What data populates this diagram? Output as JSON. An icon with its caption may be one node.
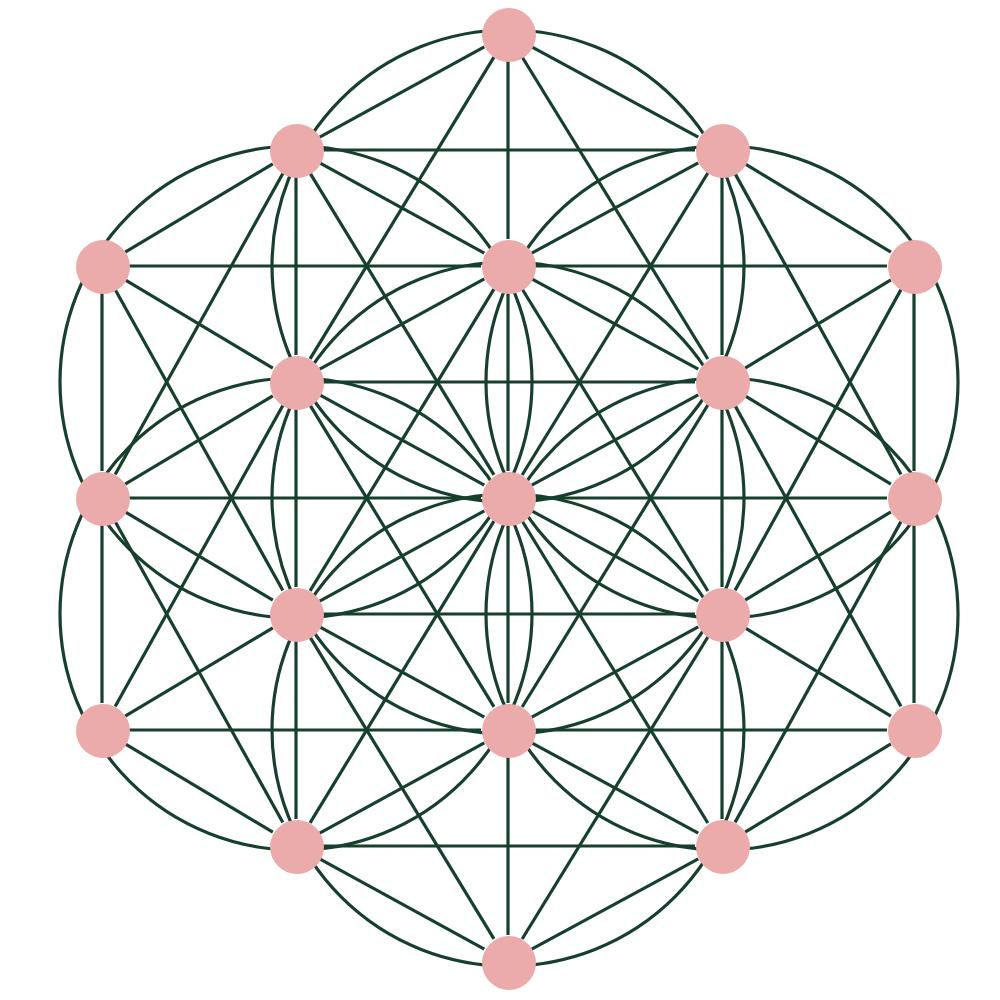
{
  "diagram": {
    "nodes": [
      {
        "text": [],
        "shape": "circle"
      },
      {
        "text": [],
        "shape": "circle"
      },
      {
        "text": [],
        "shape": "circle"
      },
      {
        "text": [],
        "shape": "circle"
      },
      {
        "text": [],
        "shape": "circle"
      },
      {
        "text": [],
        "shape": "circle"
      },
      {
        "text": [],
        "shape": "circle"
      },
      {
        "text": [],
        "shape": "circle"
      },
      {
        "text": [],
        "shape": "circle"
      },
      {
        "text": [],
        "shape": "circle"
      },
      {
        "text": [],
        "shape": "circle"
      },
      {
        "text": [],
        "shape": "circle"
      },
      {
        "text": [],
        "shape": "circle"
      },
      {
        "text": [],
        "shape": "circle"
      },
      {
        "text": [],
        "shape": "circle"
      },
      {
        "text": [],
        "shape": "circle"
      },
      {
        "text": [],
        "shape": "circle"
      },
      {
        "text": [],
        "shape": "circle"
      },
      {
        "text": [],
        "shape": "circle"
      }
    ],
    "edges": [
      {
        "from": 3,
        "to": 8,
        "arrow": "none"
      },
      {
        "from": 8,
        "to": 13,
        "arrow": "none"
      },
      {
        "from": 1,
        "to": 6,
        "arrow": "none"
      },
      {
        "from": 6,
        "to": 11,
        "arrow": "none"
      },
      {
        "from": 11,
        "to": 16,
        "arrow": "none"
      },
      {
        "from": 0,
        "to": 4,
        "arrow": "none"
      },
      {
        "from": 4,
        "to": 9,
        "arrow": "none"
      },
      {
        "from": 9,
        "to": 14,
        "arrow": "none"
      },
      {
        "from": 14,
        "to": 18,
        "arrow": "none"
      },
      {
        "from": 2,
        "to": 7,
        "arrow": "none"
      },
      {
        "from": 7,
        "to": 12,
        "arrow": "none"
      },
      {
        "from": 12,
        "to": 17,
        "arrow": "none"
      },
      {
        "from": 5,
        "to": 10,
        "arrow": "none"
      },
      {
        "from": 10,
        "to": 15,
        "arrow": "none"
      },
      {
        "from": 1,
        "to": 2,
        "arrow": "none"
      },
      {
        "from": 3,
        "to": 4,
        "arrow": "none"
      },
      {
        "from": 4,
        "to": 5,
        "arrow": "none"
      },
      {
        "from": 6,
        "to": 7,
        "arrow": "none"
      },
      {
        "from": 8,
        "to": 9,
        "arrow": "none"
      },
      {
        "from": 9,
        "to": 10,
        "arrow": "none"
      },
      {
        "from": 11,
        "to": 12,
        "arrow": "none"
      },
      {
        "from": 13,
        "to": 14,
        "arrow": "none"
      },
      {
        "from": 14,
        "to": 15,
        "arrow": "none"
      },
      {
        "from": 16,
        "to": 17,
        "arrow": "none"
      },
      {
        "from": 1,
        "to": 3,
        "arrow": "none"
      },
      {
        "from": 0,
        "to": 1,
        "arrow": "none"
      },
      {
        "from": 6,
        "to": 8,
        "arrow": "none"
      },
      {
        "from": 4,
        "to": 6,
        "arrow": "none"
      },
      {
        "from": 2,
        "to": 4,
        "arrow": "none"
      },
      {
        "from": 11,
        "to": 13,
        "arrow": "none"
      },
      {
        "from": 9,
        "to": 11,
        "arrow": "none"
      },
      {
        "from": 7,
        "to": 9,
        "arrow": "none"
      },
      {
        "from": 5,
        "to": 7,
        "arrow": "none"
      },
      {
        "from": 14,
        "to": 16,
        "arrow": "none"
      },
      {
        "from": 12,
        "to": 14,
        "arrow": "none"
      },
      {
        "from": 10,
        "to": 12,
        "arrow": "none"
      },
      {
        "from": 17,
        "to": 18,
        "arrow": "none"
      },
      {
        "from": 15,
        "to": 17,
        "arrow": "none"
      },
      {
        "from": 0,
        "to": 2,
        "arrow": "none"
      },
      {
        "from": 2,
        "to": 5,
        "arrow": "none"
      },
      {
        "from": 1,
        "to": 4,
        "arrow": "none"
      },
      {
        "from": 4,
        "to": 7,
        "arrow": "none"
      },
      {
        "from": 7,
        "to": 10,
        "arrow": "none"
      },
      {
        "from": 3,
        "to": 6,
        "arrow": "none"
      },
      {
        "from": 6,
        "to": 9,
        "arrow": "none"
      },
      {
        "from": 9,
        "to": 12,
        "arrow": "none"
      },
      {
        "from": 12,
        "to": 15,
        "arrow": "none"
      },
      {
        "from": 8,
        "to": 11,
        "arrow": "none"
      },
      {
        "from": 11,
        "to": 14,
        "arrow": "none"
      },
      {
        "from": 14,
        "to": 17,
        "arrow": "none"
      },
      {
        "from": 13,
        "to": 16,
        "arrow": "none"
      },
      {
        "from": 16,
        "to": 18,
        "arrow": "none"
      },
      {
        "from": 1,
        "to": 8,
        "arrow": "none"
      },
      {
        "from": 6,
        "to": 13,
        "arrow": "none"
      },
      {
        "from": 0,
        "to": 6,
        "arrow": "none"
      },
      {
        "from": 4,
        "to": 11,
        "arrow": "none"
      },
      {
        "from": 9,
        "to": 16,
        "arrow": "none"
      },
      {
        "from": 2,
        "to": 9,
        "arrow": "none"
      },
      {
        "from": 7,
        "to": 14,
        "arrow": "none"
      },
      {
        "from": 12,
        "to": 18,
        "arrow": "none"
      },
      {
        "from": 5,
        "to": 12,
        "arrow": "none"
      },
      {
        "from": 10,
        "to": 17,
        "arrow": "none"
      },
      {
        "from": 2,
        "to": 10,
        "arrow": "none"
      },
      {
        "from": 0,
        "to": 7,
        "arrow": "none"
      },
      {
        "from": 7,
        "to": 15,
        "arrow": "none"
      },
      {
        "from": 4,
        "to": 12,
        "arrow": "none"
      },
      {
        "from": 1,
        "to": 9,
        "arrow": "none"
      },
      {
        "from": 9,
        "to": 17,
        "arrow": "none"
      },
      {
        "from": 6,
        "to": 14,
        "arrow": "none"
      },
      {
        "from": 3,
        "to": 11,
        "arrow": "none"
      },
      {
        "from": 11,
        "to": 18,
        "arrow": "none"
      },
      {
        "from": 8,
        "to": 16,
        "arrow": "none"
      }
    ]
  }
}
